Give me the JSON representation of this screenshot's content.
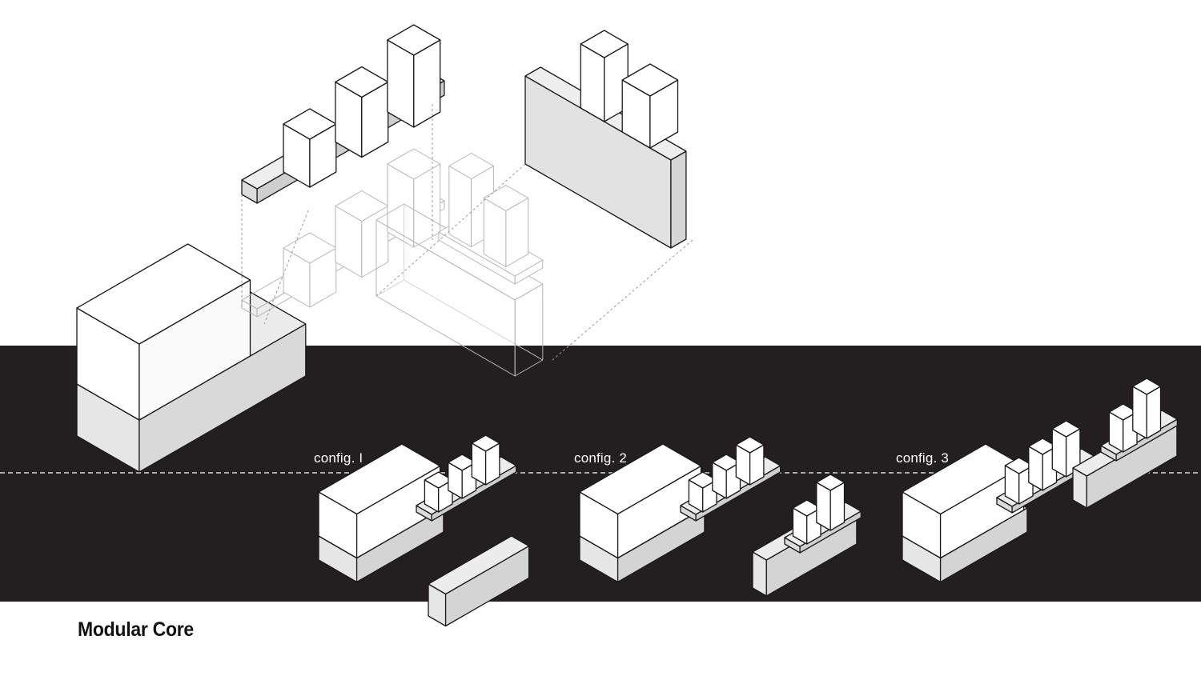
{
  "title": "Modular Core",
  "configs": [
    {
      "label": "config. I"
    },
    {
      "label": "config. 2"
    },
    {
      "label": "config. 3"
    }
  ],
  "colors": {
    "band": "#231f20",
    "base_fill": "#e6e6e6",
    "glass_fill": "#ffffff",
    "line": "#1a1a1a",
    "ghost_line": "#b5b5b5",
    "white": "#ffffff"
  }
}
